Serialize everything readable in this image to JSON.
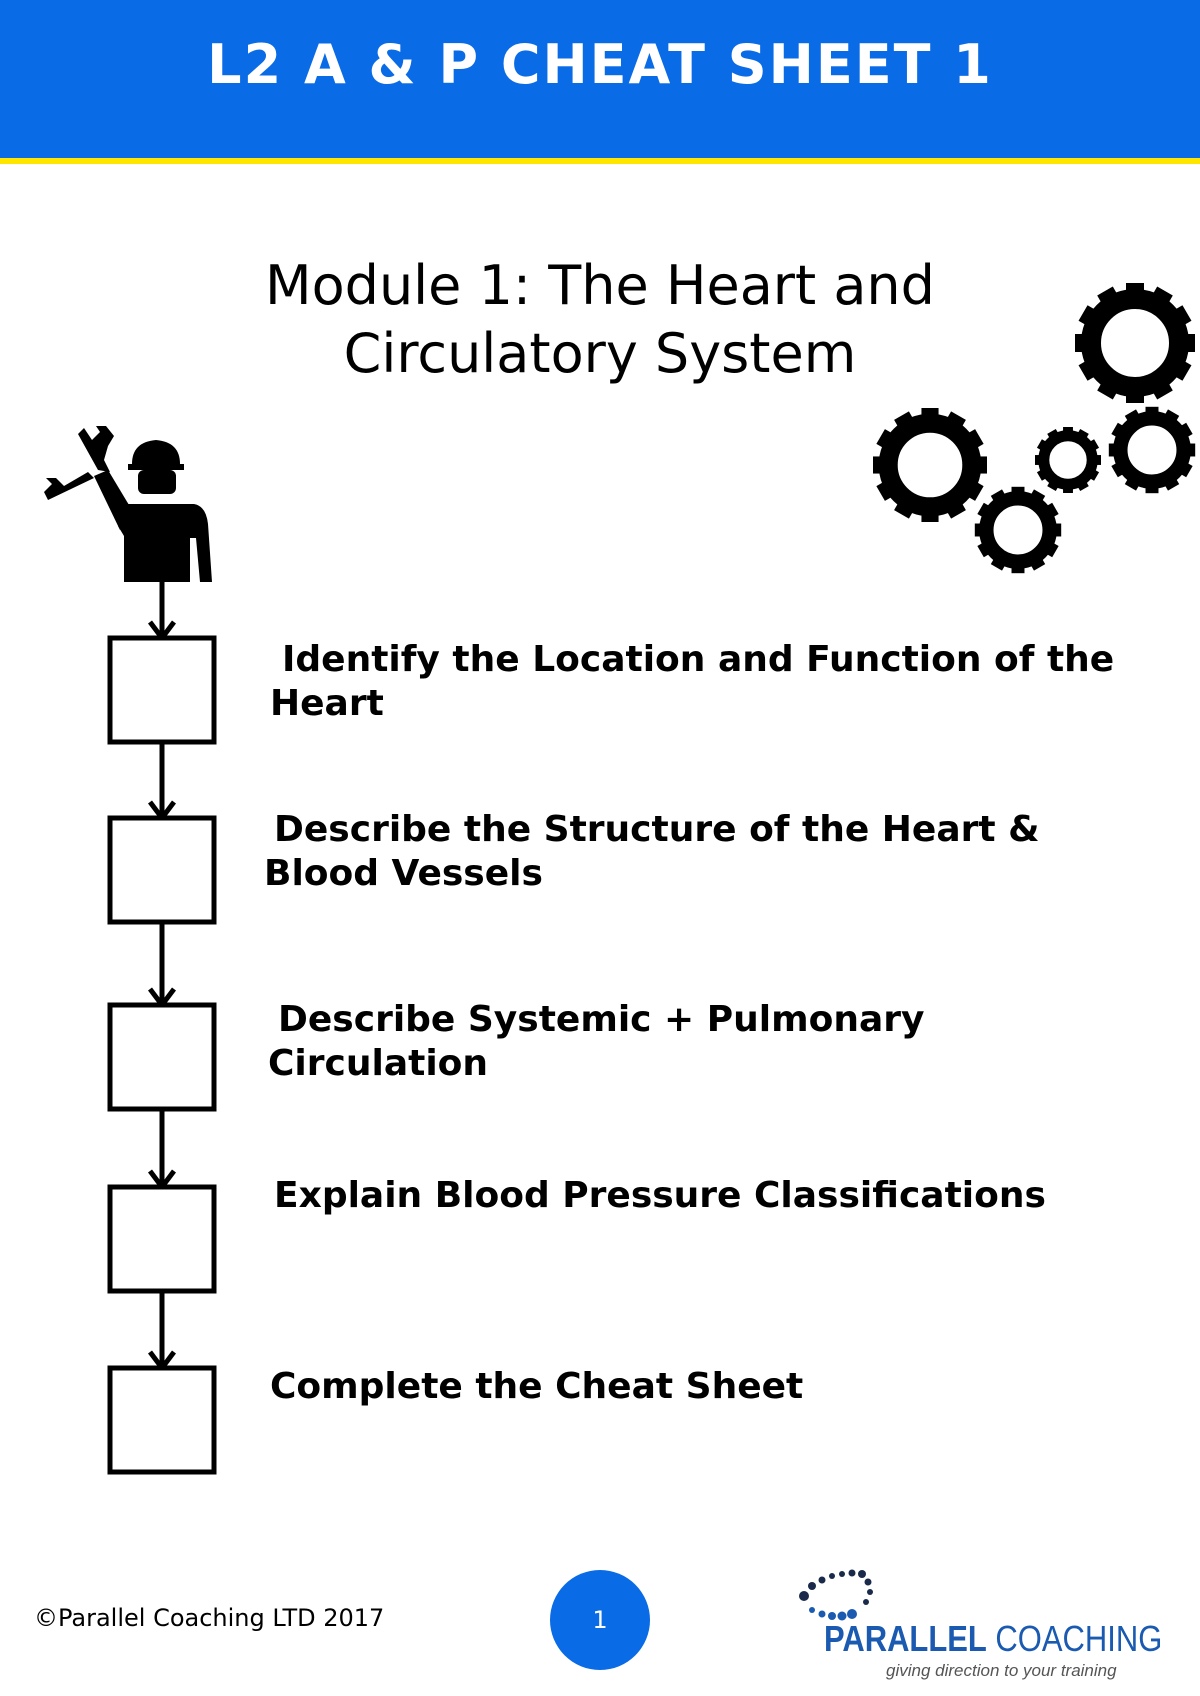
{
  "header": {
    "title": "L2 A & P CHEAT SHEET 1"
  },
  "module": {
    "title_line1": "Module 1: The Heart and",
    "title_line2": "Circulatory System"
  },
  "steps": [
    {
      "line1": "Identify the Location and Function of the",
      "line2": "Heart"
    },
    {
      "line1": "Describe the Structure of the Heart &",
      "line2": "Blood Vessels"
    },
    {
      "line1": "Describe Systemic + Pulmonary",
      "line2": "Circulation"
    },
    {
      "line1": "Explain Blood Pressure Classifications",
      "line2": ""
    },
    {
      "line1": "Complete the Cheat Sheet",
      "line2": ""
    }
  ],
  "footer": {
    "copyright": "©Parallel Coaching LTD 2017",
    "page_number": "1",
    "logo_brand_bold": "PARALLEL",
    "logo_brand_light": " COACHING",
    "logo_tagline": "giving direction to your training"
  },
  "colors": {
    "header_blue": "#0a6be6",
    "header_stripe": "#ffe600",
    "logo_blue": "#1a5ab0"
  },
  "icons": [
    "worker-with-wrench-icon",
    "gears-icon",
    "parallel-coaching-logo"
  ]
}
